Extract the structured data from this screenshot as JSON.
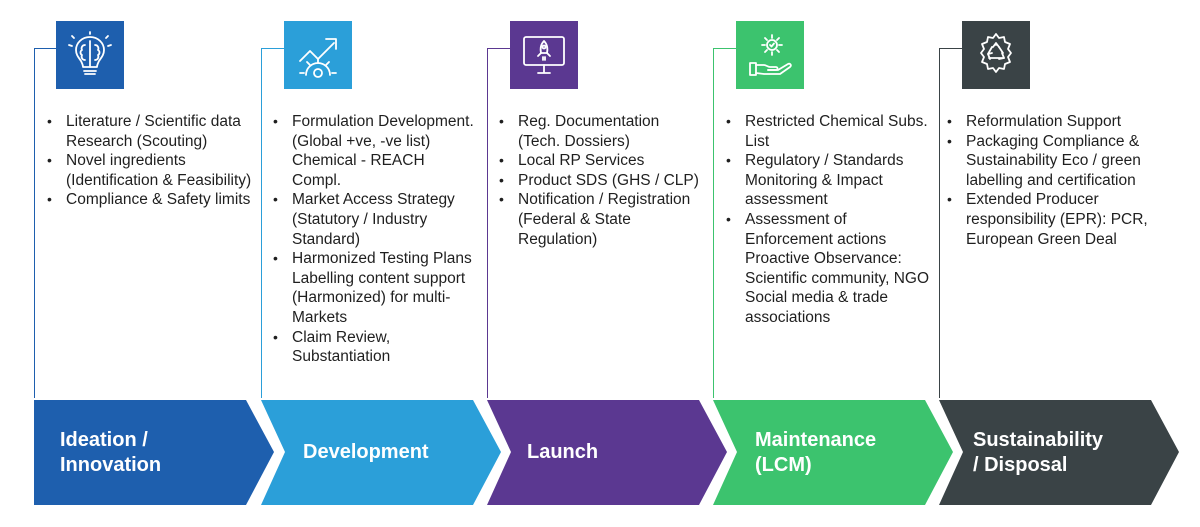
{
  "stages": [
    {
      "title": "Ideation / Innovation",
      "title_line1": "Ideation /",
      "title_line2": "Innovation",
      "color": "#1e5fae",
      "icon": "brain-bulb-icon",
      "bullets": [
        "Literature / Scientific data Research (Scouting)",
        "Novel ingredients (Identification & Feasibility)",
        "Compliance & Safety limits"
      ]
    },
    {
      "title": "Development",
      "color": "#2b9fd9",
      "icon": "growth-gear-icon",
      "bullets": [
        "Formulation Development. (Global +ve, -ve list) Chemical - REACH Compl.",
        "Market Access Strategy (Statutory / Industry Standard)",
        "Harmonized Testing Plans Labelling content support (Harmonized) for multi-Markets",
        "Claim Review, Substantiation"
      ]
    },
    {
      "title": "Launch",
      "color": "#5b3891",
      "icon": "rocket-monitor-icon",
      "bullets": [
        "Reg. Documentation (Tech. Dossiers)",
        "Local RP Services",
        "Product SDS (GHS / CLP)",
        "Notification / Registration (Federal & State Regulation)"
      ]
    },
    {
      "title": "Maintenance (LCM)",
      "title_line1": "Maintenance",
      "title_line2": "(LCM)",
      "color": "#3cc36e",
      "icon": "hand-gear-icon",
      "bullets": [
        "Restricted Chemical Subs. List",
        "Regulatory / Standards Monitoring & Impact assessment",
        "Assessment of Enforcement actions Proactive Observance: Scientific community, NGO Social media & trade associations"
      ]
    },
    {
      "title": "Sustainability / Disposal",
      "title_line1": "Sustainability",
      "title_line2": "/ Disposal",
      "color": "#3a4346",
      "icon": "recycle-gear-icon",
      "bullets": [
        "Reformulation Support",
        "Packaging Compliance & Sustainability Eco / green labelling and certification",
        "Extended Producer responsibility (EPR): PCR, European Green Deal"
      ]
    }
  ]
}
